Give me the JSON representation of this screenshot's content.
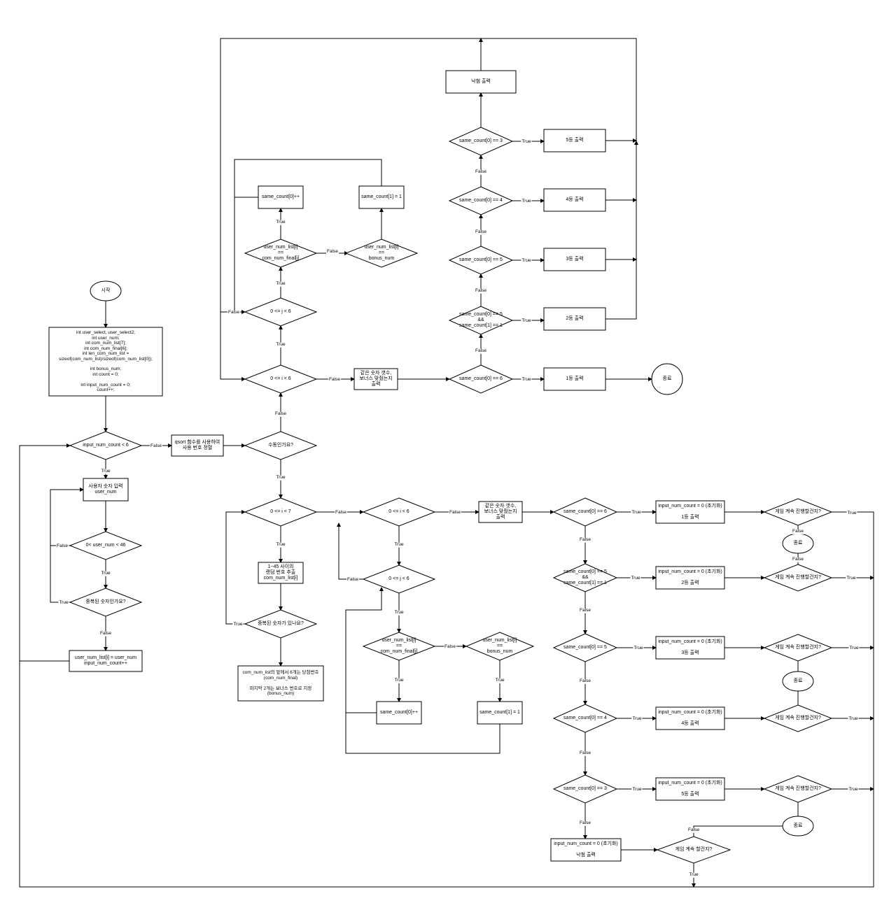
{
  "nodes": {
    "start": "시작",
    "init": "int user_select, user_select2;\nint user_num;\nint com_num_list[7];\nint com_num_final[6];\nint len_com_num_list =\nsizeof(com_num_list)/sizeof(com_num_list[0]);\n\nint bonus_num;\nint count = 0;\n\nint input_num_count = 0;\ncount++;",
    "cond_input_count": "input_num_count < 6",
    "input_user_num": "사용자 숫자 입력\nuser_num",
    "cond_user_range": "0< user_num < 46",
    "cond_dup_user": "중복된 숫자인가요?",
    "store_user_num": "user_num_list[i] = user_num\ninput_num_count++",
    "qsort_sort": "qsort 함수를 사용하여\n사용 번호 정렬",
    "cond_manual": "수동인가요?",
    "cond_i7_lower": "0 <= i < 7",
    "random_pick": "1~45 사이의\n랜덤 번호 추출\ncom_num_list[i]",
    "cond_dup_com": "중복된 숫자가 있나요?",
    "win_numbers": "com_num_list의 앞에서 6개는 당첨번호\n(com_num_final)\n\n마지막 2개는 보너스 번호로 지정\n(bonus_num)",
    "cond_i6_upper": "0 <= i < 6",
    "cond_j6_upper": "0 <= j < 6",
    "cond_match_upper": "user_num_list[i]\n==\ncom_num_final[j]",
    "cond_bonus_upper": "user_num_list[i]\n==\nbonus_num",
    "inc_same0_upper": "same_count[0]++",
    "set_same1_upper": "same_count[1] = 1",
    "out_counts_upper": "같은 숫자 갯수,\n보너스 맞췄는지\n출력",
    "cond_eq6_upper": "same_count[0] == 6",
    "cond_eq5b_upper": "same_count[0] == 5\n&&\nsame_count[1] == 1",
    "cond_eq5_upper": "same_count[0] == 5",
    "cond_eq4_upper": "same_count[0] == 4",
    "cond_eq3_upper": "same_count[0] == 3",
    "rank1_upper": "1등 출력",
    "rank2_upper": "2등 출력",
    "rank3_upper": "3등 출력",
    "rank4_upper": "4등 출력",
    "rank5_upper": "5등 출력",
    "lose_upper": "낙첨 출력",
    "end_upper": "종료",
    "cond_i6_lower": "0 <= i < 6",
    "cond_j6_lower": "0 <= j < 6",
    "cond_match_lower": "user_num_list[i]\n==\ncom_num_final[j]",
    "cond_bonus_lower": "user_num_list[i]\n==\nbonus_num",
    "inc_same0_lower": "same_count[0]++",
    "set_same1_lower": "same_count[1] = 1",
    "out_counts_lower": "같은 숫자 갯수,\n보너스 맞췄는지\n출력",
    "cond_eq6_lower": "same_count[0] == 6",
    "cond_eq5b_lower": "same_count[0] == 5\n&&\nsame_count[1] == 1",
    "cond_eq5_lower": "same_count[0] == 5",
    "cond_eq4_lower": "same_count[0] == 4",
    "cond_eq3_lower": "same_count[0] == 3",
    "reset_rank1": "input_num_count = 0 (초기화)\n\n1등 출력",
    "reset_rank2": "input_num_count = 0 (초기화)\n\n2등 출력",
    "reset_rank3": "input_num_count = 0 (초기화)\n\n3등 출력",
    "reset_rank4": "input_num_count = 0 (초기화)\n\n4등 출력",
    "reset_rank5": "input_num_count = 0 (초기화)\n\n5등 출력",
    "reset_lose": "input_num_count = 0 (초기화)\n\n낙첨 출력",
    "cont_q1": "게임 계속 진행할건지?",
    "cont_q2": "게임 계속 진행할건지?",
    "cont_q3": "게임 계속 진행할건지?",
    "cont_q4": "게임 계속 진행할건지?",
    "cont_q5": "게임 계속 진행할건지?",
    "cont_q_last": "게임 계속 할건지?",
    "end_a": "종료",
    "end_b": "종료",
    "end_c": "종료"
  },
  "edge_labels": {
    "true": "True",
    "false": "False"
  }
}
